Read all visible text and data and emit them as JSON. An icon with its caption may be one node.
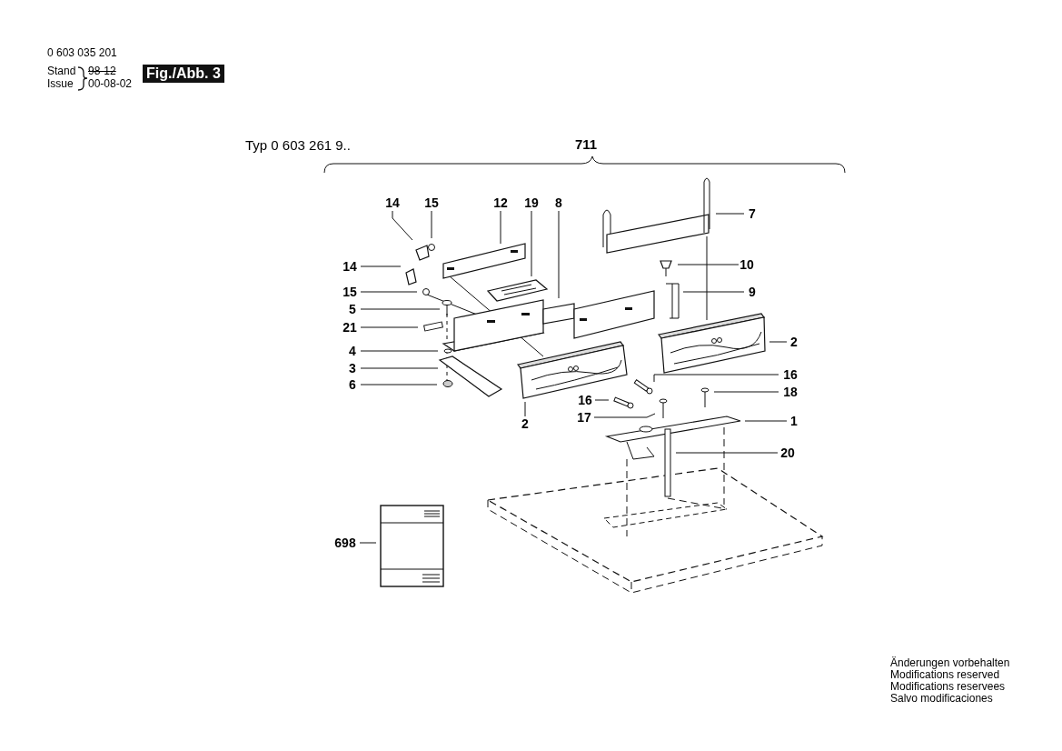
{
  "diagram": {
    "nodes": [
      {
        "text": [
          "14"
        ]
      },
      {
        "text": [
          "15"
        ]
      },
      {
        "text": [
          "12"
        ]
      },
      {
        "text": [
          "19"
        ]
      },
      {
        "text": [
          "8"
        ]
      },
      {
        "text": [
          "7"
        ]
      },
      {
        "text": [
          "10"
        ]
      },
      {
        "text": [
          "14"
        ]
      },
      {
        "text": [
          "15"
        ]
      },
      {
        "text": [
          "9"
        ]
      },
      {
        "text": [
          "5"
        ]
      },
      {
        "text": [
          "21"
        ]
      },
      {
        "text": [
          "2"
        ]
      },
      {
        "text": [
          "4"
        ]
      },
      {
        "text": [
          "3"
        ]
      },
      {
        "text": [
          "16"
        ]
      },
      {
        "text": [
          "6"
        ]
      },
      {
        "text": [
          "18"
        ]
      },
      {
        "text": [
          "16"
        ]
      },
      {
        "text": [
          "17"
        ]
      },
      {
        "text": [
          "1"
        ]
      },
      {
        "text": [
          "2"
        ]
      },
      {
        "text": [
          "20"
        ]
      },
      {
        "text": [
          "698"
        ]
      }
    ],
    "edges": [
      {
        "from": 0,
        "to": null,
        "arrow": "none"
      },
      {
        "from": 1,
        "to": null,
        "arrow": "none"
      },
      {
        "from": 2,
        "to": null,
        "arrow": "none"
      },
      {
        "from": 3,
        "to": null,
        "arrow": "none"
      },
      {
        "from": 4,
        "to": null,
        "arrow": "none"
      },
      {
        "from": 5,
        "to": null,
        "arrow": "none"
      },
      {
        "from": 6,
        "to": null,
        "arrow": "none"
      },
      {
        "from": 7,
        "to": null,
        "arrow": "none"
      },
      {
        "from": 8,
        "to": null,
        "arrow": "none"
      },
      {
        "from": 9,
        "to": null,
        "arrow": "none"
      },
      {
        "from": 10,
        "to": null,
        "arrow": "none"
      },
      {
        "from": 11,
        "to": null,
        "arrow": "none"
      },
      {
        "from": 12,
        "to": null,
        "arrow": "none"
      },
      {
        "from": 13,
        "to": null,
        "arrow": "none"
      },
      {
        "from": 14,
        "to": null,
        "arrow": "none"
      },
      {
        "from": 15,
        "to": null,
        "arrow": "none"
      },
      {
        "from": 16,
        "to": null,
        "arrow": "none"
      },
      {
        "from": 17,
        "to": null,
        "arrow": "none"
      },
      {
        "from": 18,
        "to": null,
        "arrow": "none"
      },
      {
        "from": 19,
        "to": null,
        "arrow": "none"
      },
      {
        "from": 20,
        "to": null,
        "arrow": "none"
      },
      {
        "from": 21,
        "to": null,
        "arrow": "none"
      },
      {
        "from": 22,
        "to": null,
        "arrow": "none"
      },
      {
        "from": 23,
        "to": null,
        "arrow": "none"
      }
    ],
    "labels": [
      "0 603 035 201",
      "Stand",
      "Issue",
      "98-12",
      "00-08-02",
      "Fig./Abb. 3",
      "Typ 0 603 261 9..",
      "711",
      "Änderungen vorbehalten",
      "Modifications reserved",
      "Modifications reservees",
      "Salvo modificaciones"
    ]
  }
}
